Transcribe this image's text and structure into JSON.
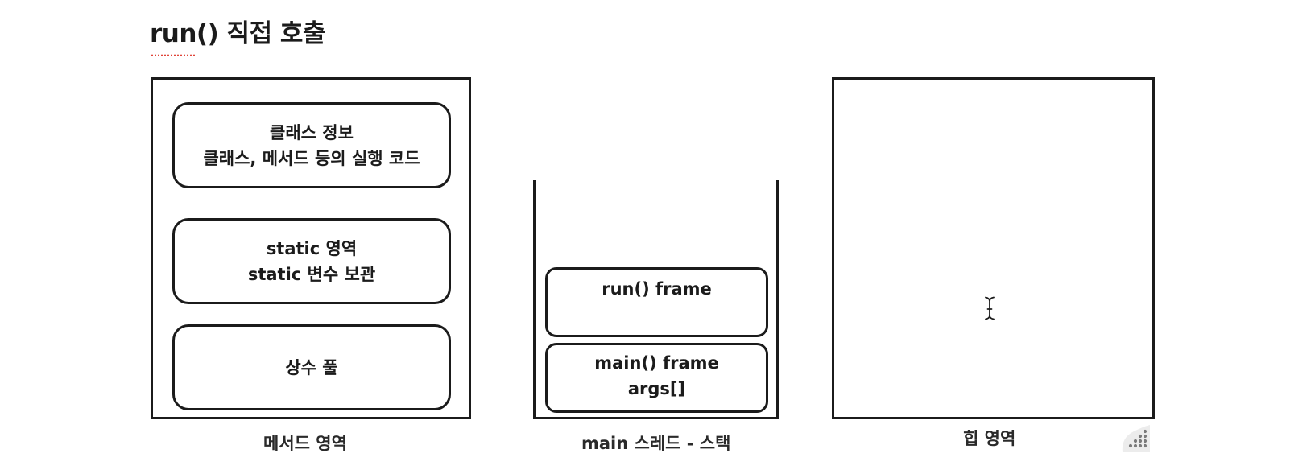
{
  "title": "run() 직접 호출",
  "method_area": {
    "caption": "메서드 영역",
    "class_info": {
      "line1": "클래스 정보",
      "line2": "클래스, 메서드 등의 실행 코드"
    },
    "static_area": {
      "line1": "static 영역",
      "line2": "static 변수 보관"
    },
    "constant_pool": {
      "label": "상수 풀"
    }
  },
  "stack": {
    "caption": "main 스레드 - 스택",
    "frames": [
      {
        "line1": "run() frame",
        "line2": ""
      },
      {
        "line1": "main() frame",
        "line2": "args[]"
      }
    ]
  },
  "heap": {
    "caption": "힙 영역"
  },
  "icons": {
    "cursor": "text-cursor-icon",
    "resize": "resize-handle-icon"
  },
  "colors": {
    "ink": "#1b1b1b",
    "spellcheck": "#e0453a"
  }
}
